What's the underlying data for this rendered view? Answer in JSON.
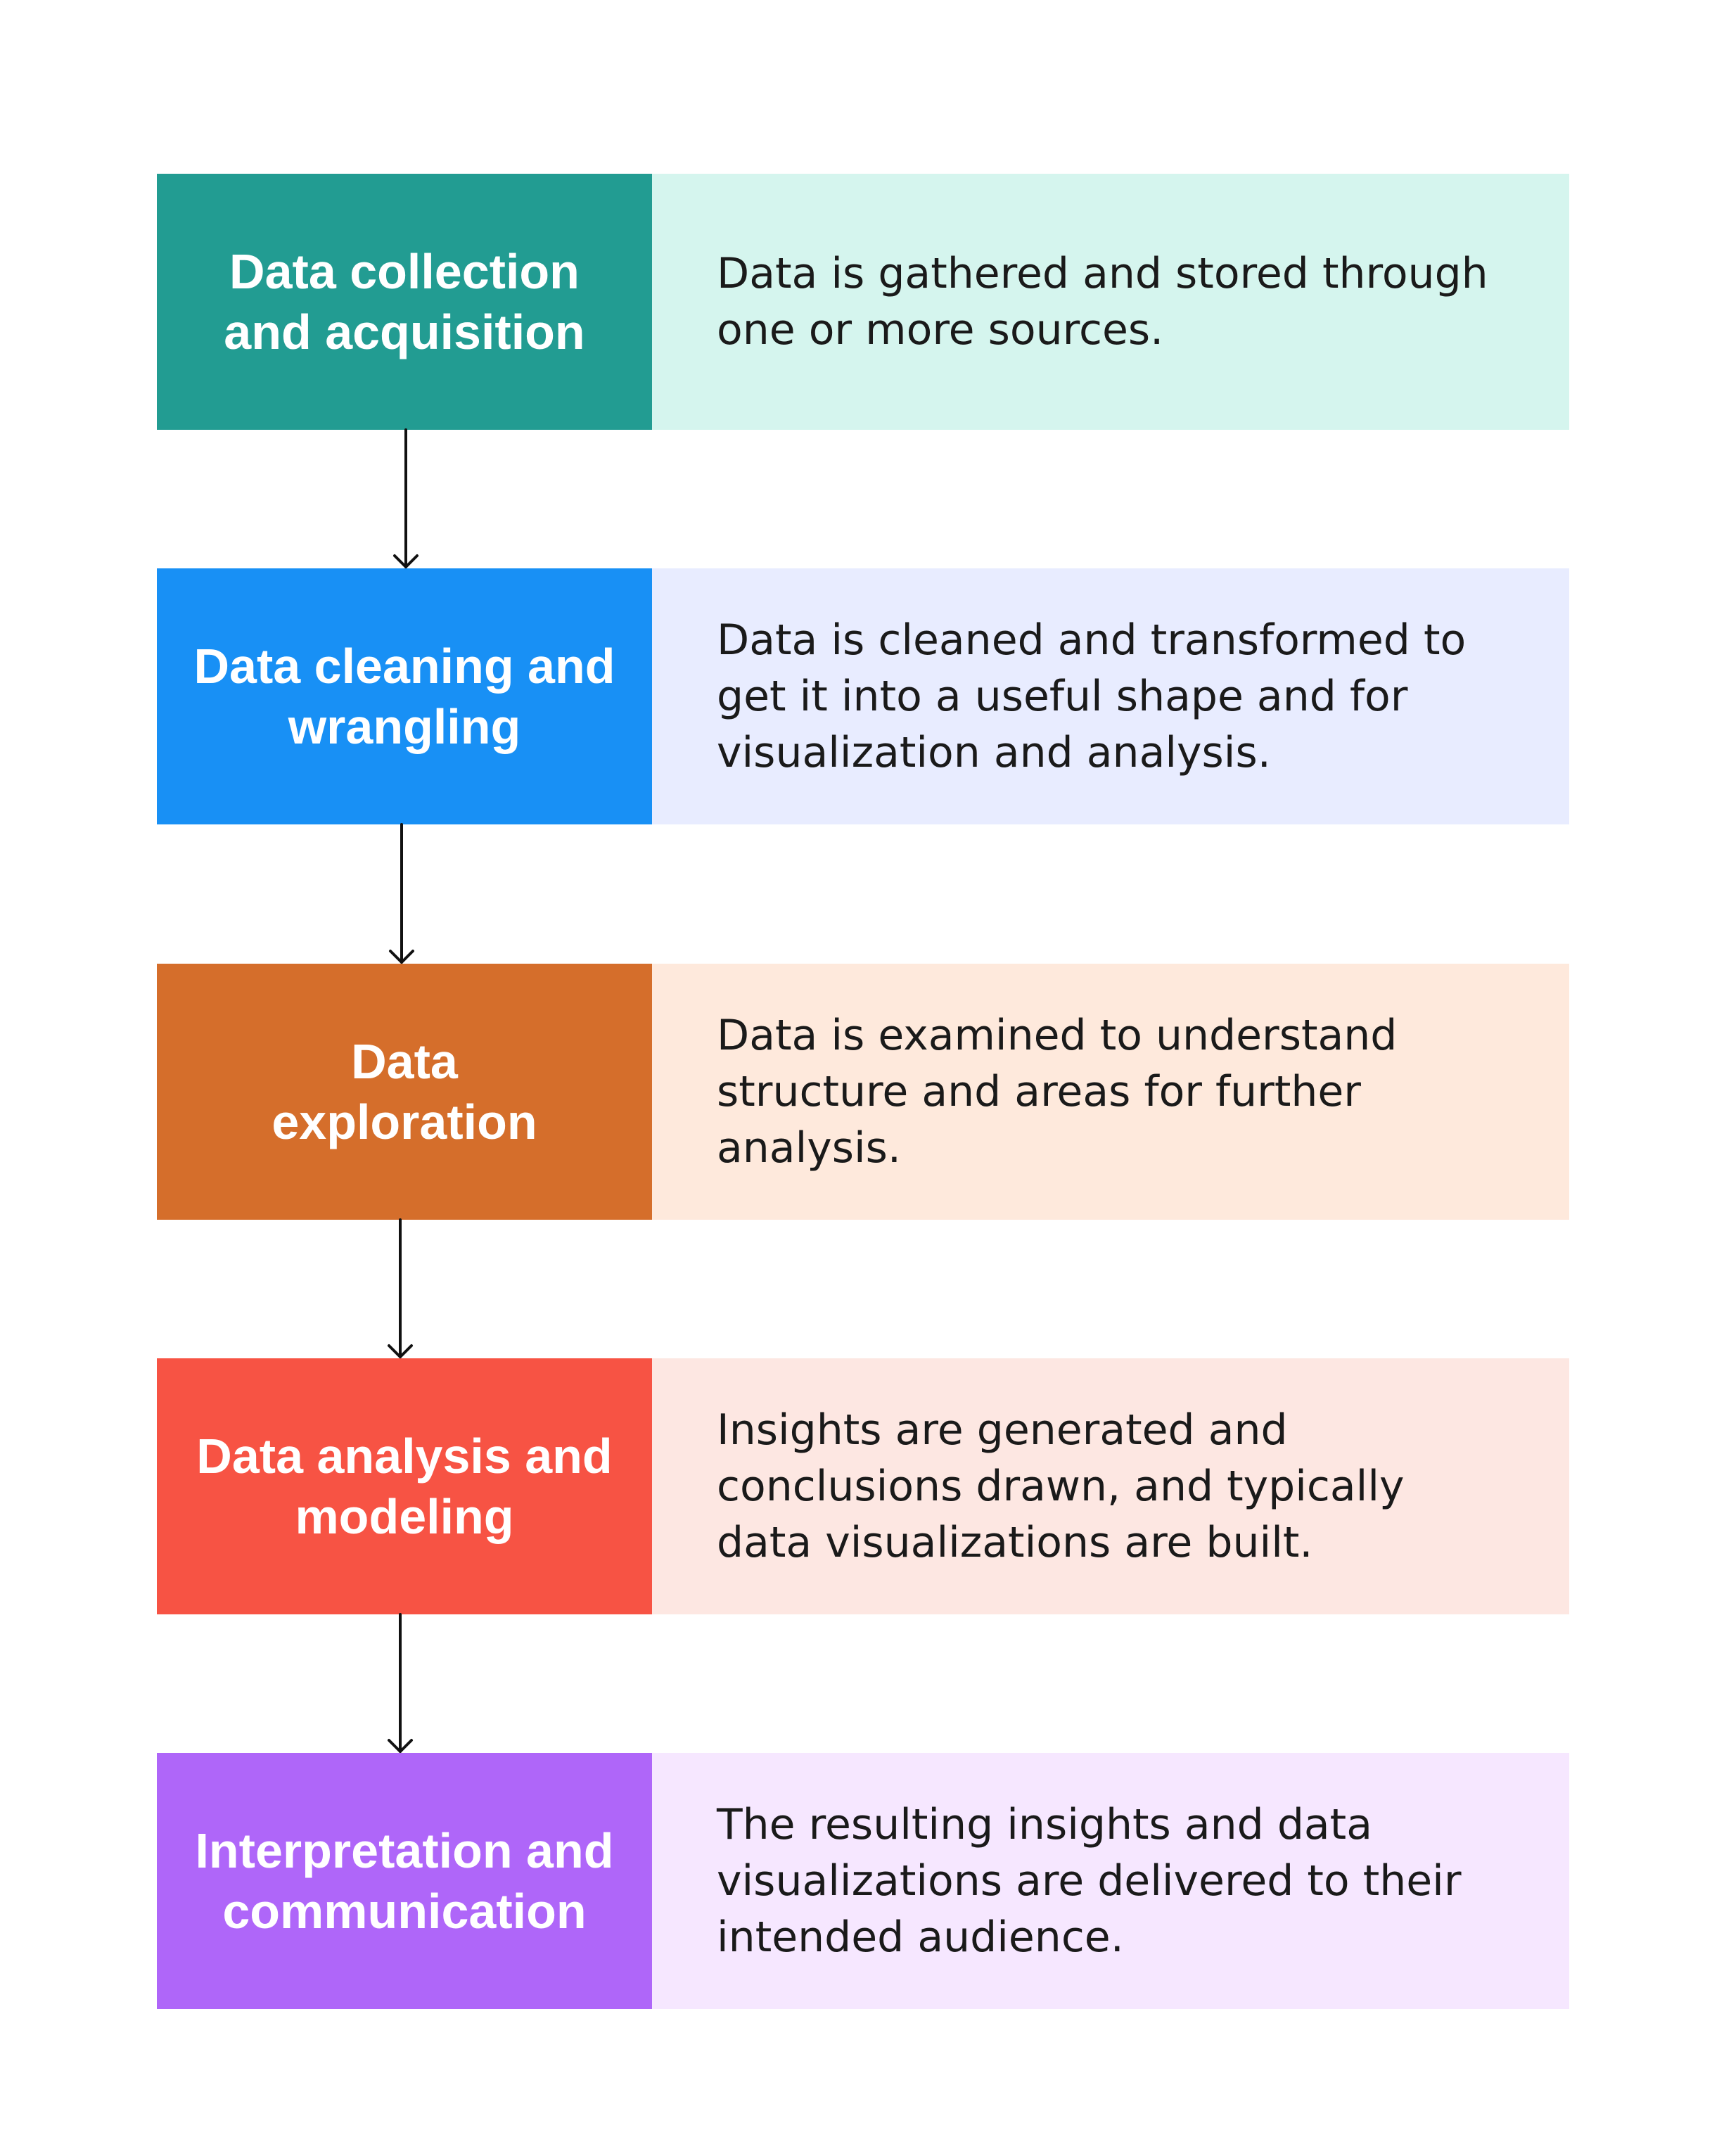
{
  "stages": [
    {
      "label": "Data collection\nand acquisition",
      "description": "Data is gathered and stored through\none or more sources.",
      "label_color": "#229C92",
      "desc_color": "#D5F5EE"
    },
    {
      "label": "Data cleaning and\nwrangling",
      "description": "Data is cleaned and transformed to\nget it into a useful shape and for\nvisualization and analysis.",
      "label_color": "#1890F5",
      "desc_color": "#E8ECFF"
    },
    {
      "label": "Data\nexploration",
      "description": "Data is examined to understand\nstructure and areas for further\nanalysis.",
      "label_color": "#D56E2B",
      "desc_color": "#FEE9DC"
    },
    {
      "label": "Data analysis and\nmodeling",
      "description": "Insights are generated and\nconclusions drawn, and typically\ndata visualizations are built.",
      "label_color": "#F75344",
      "desc_color": "#FDE7E2"
    },
    {
      "label": "Interpretation and\ncommunication",
      "description": "The resulting insights and data\nvisualizations are delivered to their\nintended audience.",
      "label_color": "#AF66F9",
      "desc_color": "#F6E7FF"
    }
  ],
  "arrow_color": "#111111",
  "icons": [
    "arrow-down-icon"
  ]
}
